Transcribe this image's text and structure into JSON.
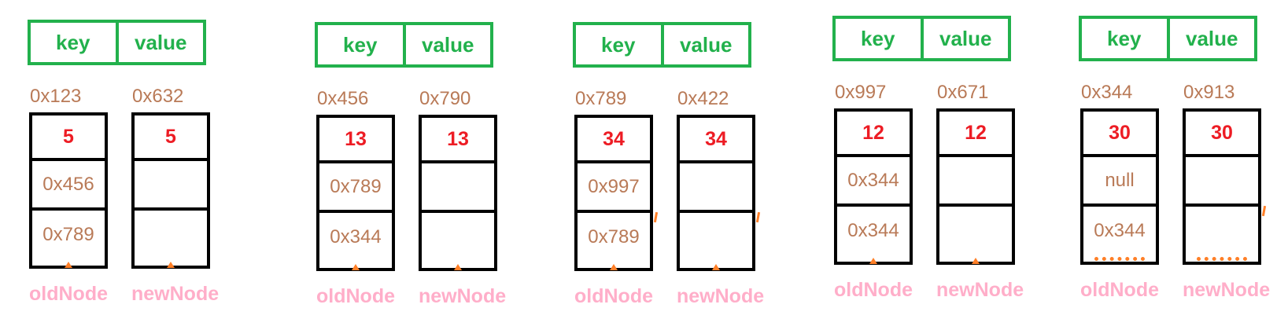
{
  "colors": {
    "green": "#22B14C",
    "red": "#ED1C24",
    "brown": "#B97A57",
    "pink": "#FFAEC9",
    "orange": "#FF7F27"
  },
  "header": {
    "key": "key",
    "value": "value"
  },
  "groups": [
    {
      "old": {
        "address": "0x123",
        "value": "5",
        "next": "0x456",
        "random": "0x789",
        "label": "oldNode"
      },
      "new": {
        "address": "0x632",
        "value": "5",
        "next": "",
        "random": "",
        "label": "newNode"
      }
    },
    {
      "old": {
        "address": "0x456",
        "value": "13",
        "next": "0x789",
        "random": "0x344",
        "label": "oldNode"
      },
      "new": {
        "address": "0x790",
        "value": "13",
        "next": "",
        "random": "",
        "label": "newNode"
      }
    },
    {
      "old": {
        "address": "0x789",
        "value": "34",
        "next": "0x997",
        "random": "0x789",
        "label": "oldNode"
      },
      "new": {
        "address": "0x422",
        "value": "34",
        "next": "",
        "random": "",
        "label": "newNode"
      }
    },
    {
      "old": {
        "address": "0x997",
        "value": "12",
        "next": "0x344",
        "random": "0x344",
        "label": "oldNode"
      },
      "new": {
        "address": "0x671",
        "value": "12",
        "next": "",
        "random": "",
        "label": "newNode"
      }
    },
    {
      "old": {
        "address": "0x344",
        "value": "30",
        "next": "null",
        "random": "0x344",
        "label": "oldNode"
      },
      "new": {
        "address": "0x913",
        "value": "30",
        "next": "",
        "random": "",
        "label": "newNode"
      }
    }
  ]
}
